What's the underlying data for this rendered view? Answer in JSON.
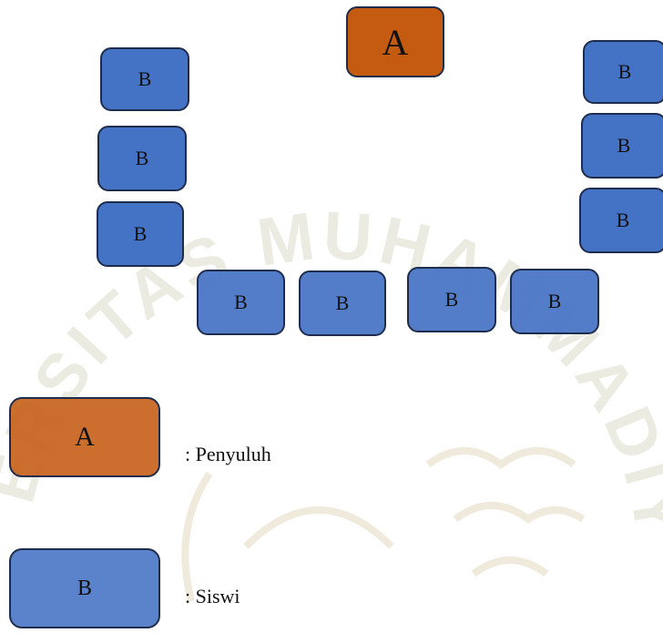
{
  "counselor_box": {
    "label": "A"
  },
  "student_boxes": [
    {
      "label": "B"
    },
    {
      "label": "B"
    },
    {
      "label": "B"
    },
    {
      "label": "B"
    },
    {
      "label": "B"
    },
    {
      "label": "B"
    },
    {
      "label": "B"
    },
    {
      "label": "B"
    },
    {
      "label": "B"
    },
    {
      "label": "B"
    }
  ],
  "legend": {
    "a": {
      "symbol": "A",
      "text": ": Penyuluh"
    },
    "b": {
      "symbol": "B",
      "text": ": Siswi"
    }
  },
  "colors": {
    "counselor": "#c55a11",
    "student": "#4472c4",
    "border": "#1f2d4d"
  }
}
